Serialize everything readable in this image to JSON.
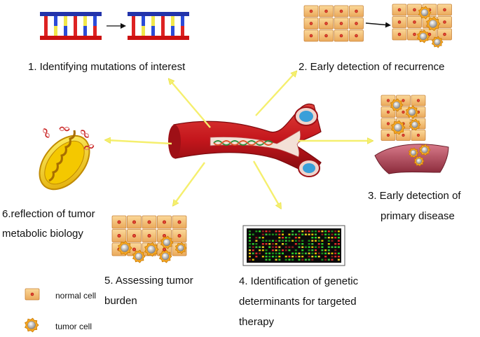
{
  "labels": {
    "item1": "1. Identifying mutations of interest",
    "item2": "2. Early detection of recurrence",
    "item3_line1": "3. Early detection of",
    "item3_line2": "primary disease",
    "item4_line1": "4. Identification of genetic",
    "item4_line2": "determinants for targeted",
    "item4_line3": "therapy",
    "item5_line1": "5. Assessing tumor",
    "item5_line2": "burden",
    "item6_line1": "6.reflection of tumor",
    "item6_line2": "metabolic biology"
  },
  "legend": {
    "normal": "normal cell",
    "tumor": "tumor cell"
  },
  "colors": {
    "arrow": "#f5ef6e",
    "vessel": "#c4161c",
    "cell_fill": "#f7c97a",
    "cell_nucleus": "#d6261a",
    "tumor_fill": "#f5a623",
    "tumor_nucleus": "#c9c5c0"
  }
}
